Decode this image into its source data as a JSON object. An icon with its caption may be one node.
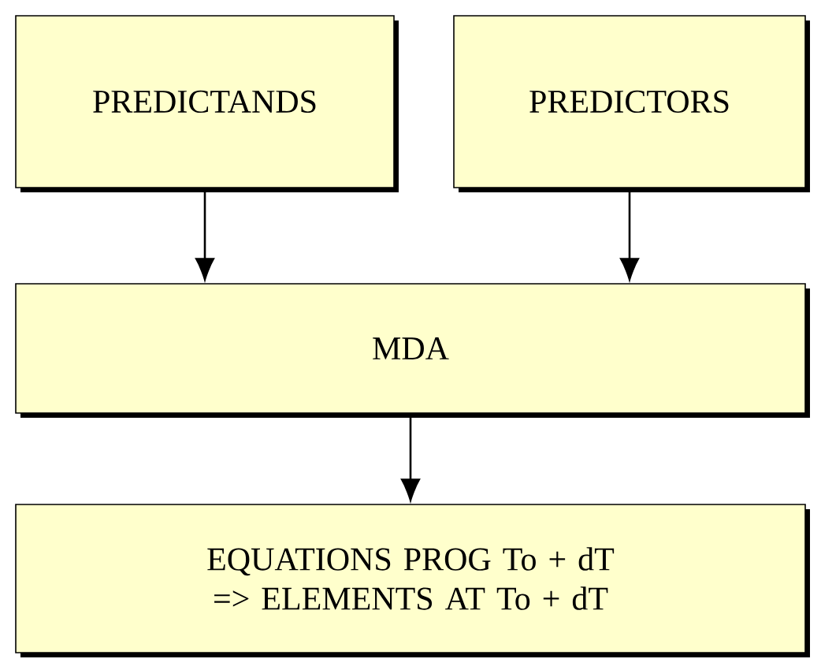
{
  "diagram": {
    "nodes": [
      {
        "text": [
          "PREDICTANDS"
        ]
      },
      {
        "text": [
          "PREDICTORS"
        ]
      },
      {
        "text": [
          "MDA"
        ]
      },
      {
        "text": [
          "EQUATIONS PROG To + dT => ELEMENTS AT To + dT"
        ]
      }
    ],
    "edges": [
      {
        "from": 0,
        "to": 2,
        "arrow": "to"
      },
      {
        "from": 1,
        "to": 2,
        "arrow": "to"
      },
      {
        "from": 2,
        "to": 3,
        "arrow": "to"
      }
    ]
  }
}
